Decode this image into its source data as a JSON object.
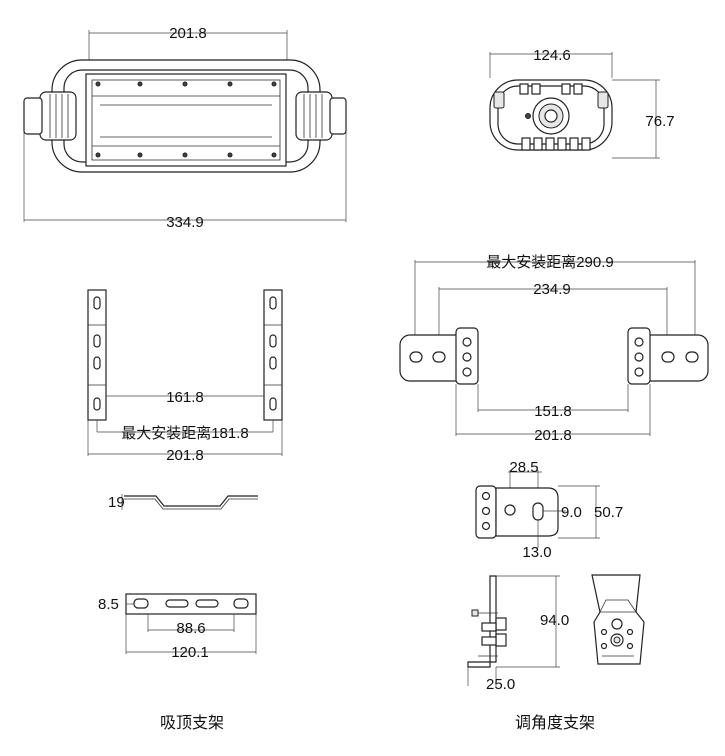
{
  "top_view": {
    "inner_width": "201.8",
    "overall_width": "334.9"
  },
  "end_view": {
    "width": "124.6",
    "height": "76.7"
  },
  "ceiling_bracket": {
    "inner_span": "161.8",
    "max_mount": "最大安装距离181.8",
    "outer_width": "201.8",
    "profile_height": "19",
    "slot_offset": "8.5",
    "slot_span": "88.6",
    "base_width": "120.1",
    "caption": "吸顶支架"
  },
  "angle_bracket": {
    "max_mount": "最大安装距离290.9",
    "hole_span": "234.9",
    "inner_span": "151.8",
    "outer_width": "201.8",
    "detail_width": "28.5",
    "slot_width": "9.0",
    "detail_height": "50.7",
    "slot_length": "13.0",
    "side_height": "94.0",
    "side_foot": "25.0",
    "caption": "调角度支架"
  }
}
